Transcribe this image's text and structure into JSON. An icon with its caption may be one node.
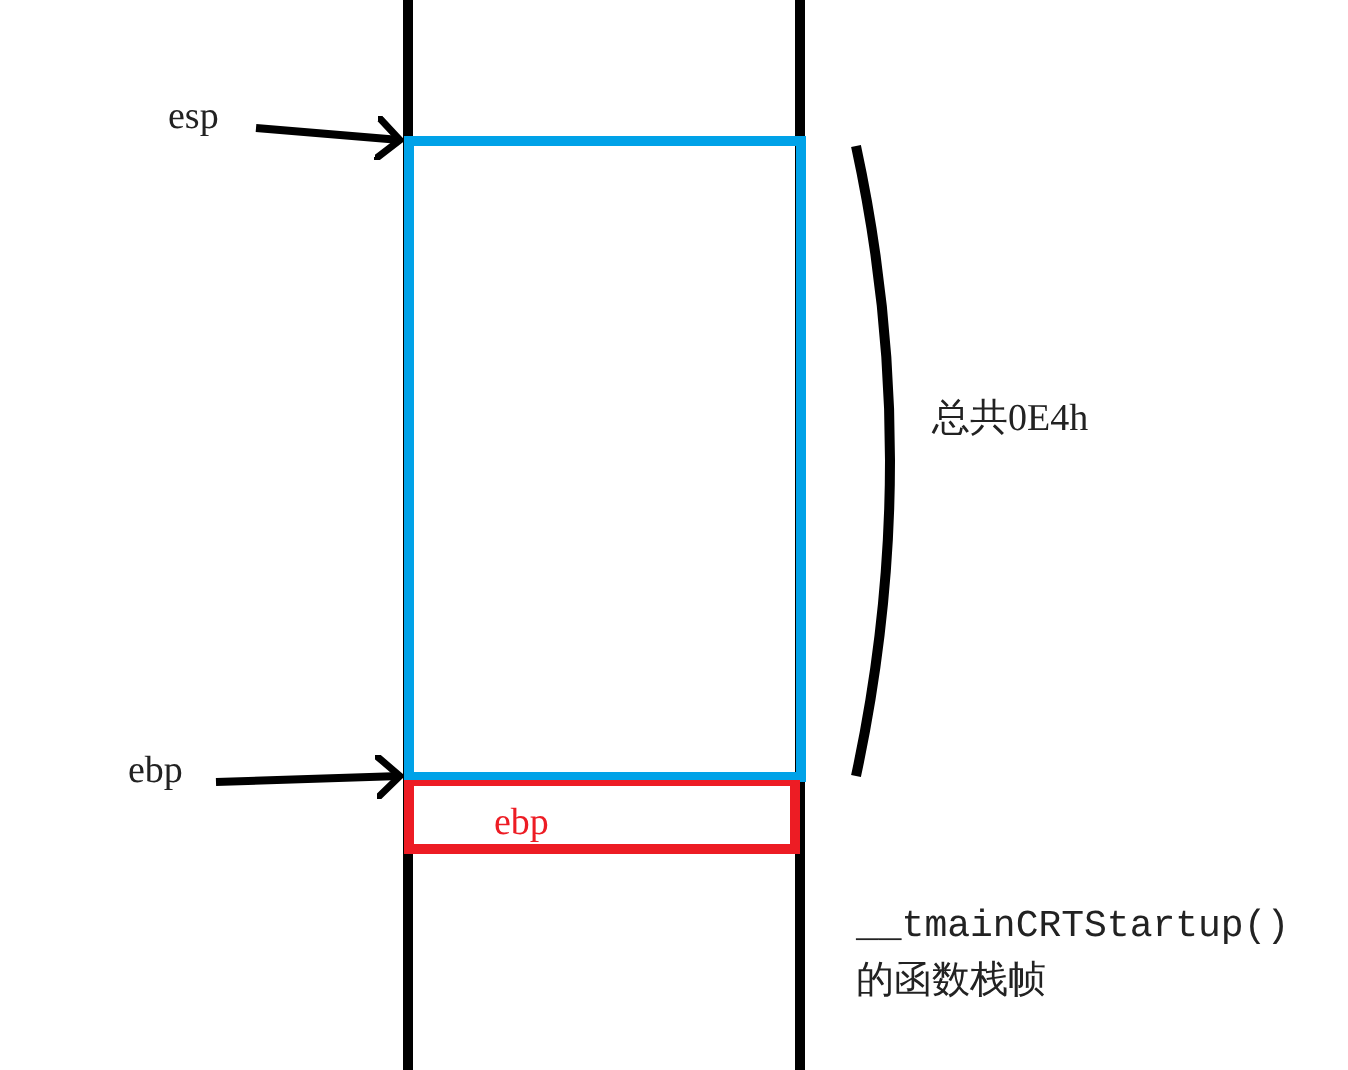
{
  "diagram": {
    "nodes": [
      {
        "text": [
          "esp"
        ]
      },
      {
        "text": [],
        "shape": "box"
      },
      {
        "text": [
          "ebp"
        ]
      },
      {
        "text": [
          "ebp"
        ]
      }
    ],
    "edges": [
      {
        "from": 0,
        "to": 1,
        "arrow": "to"
      },
      {
        "from": 3,
        "to": 1,
        "arrow": "to"
      }
    ],
    "labels": [
      "总共0E4h",
      "__tmainCRTStartup() 的函数栈帧"
    ]
  }
}
